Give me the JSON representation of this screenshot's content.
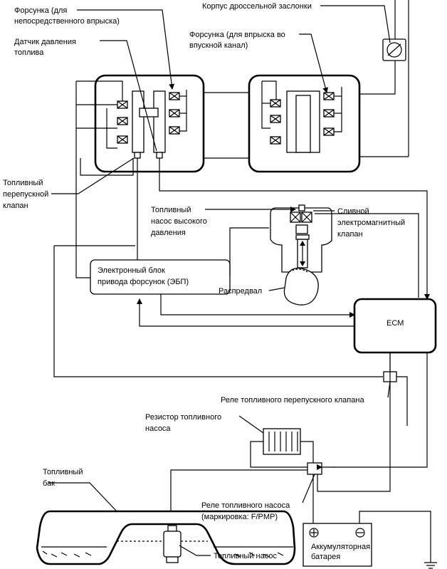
{
  "labels": {
    "injector_direct": [
      "Форсунка (для",
      "непосредственного впрыска)"
    ],
    "fuel_pressure_sensor": [
      "Датчик давления",
      "топлива"
    ],
    "throttle_body": "Корпус дроссельной заслонки",
    "injector_port": [
      "Форсунка (для впрыска во",
      "впускной канал)"
    ],
    "fuel_relief_valve": [
      "Топливный",
      "перепускной",
      "клапан"
    ],
    "hp_fuel_pump": [
      "Топливный",
      "насос высокого",
      "давления"
    ],
    "spill_valve": [
      "Сливной",
      "электромагнитный",
      "клапан"
    ],
    "edu": [
      "Электронный блок",
      "привода форсунок (ЭБП)"
    ],
    "camshaft": "Распредвал",
    "ecm": "ECM",
    "relief_valve_relay": "Реле топливного перепускного клапана",
    "pump_resistor": [
      "Резистор топливного",
      "насоса"
    ],
    "fuel_tank": [
      "Топливный",
      "бак"
    ],
    "pump_relay": [
      "Реле топливного насоса",
      "(маркировка: F/PMP)"
    ],
    "battery": [
      "Аккумуляторная",
      "батарея"
    ],
    "fuel_pump": "Топливный насос"
  }
}
